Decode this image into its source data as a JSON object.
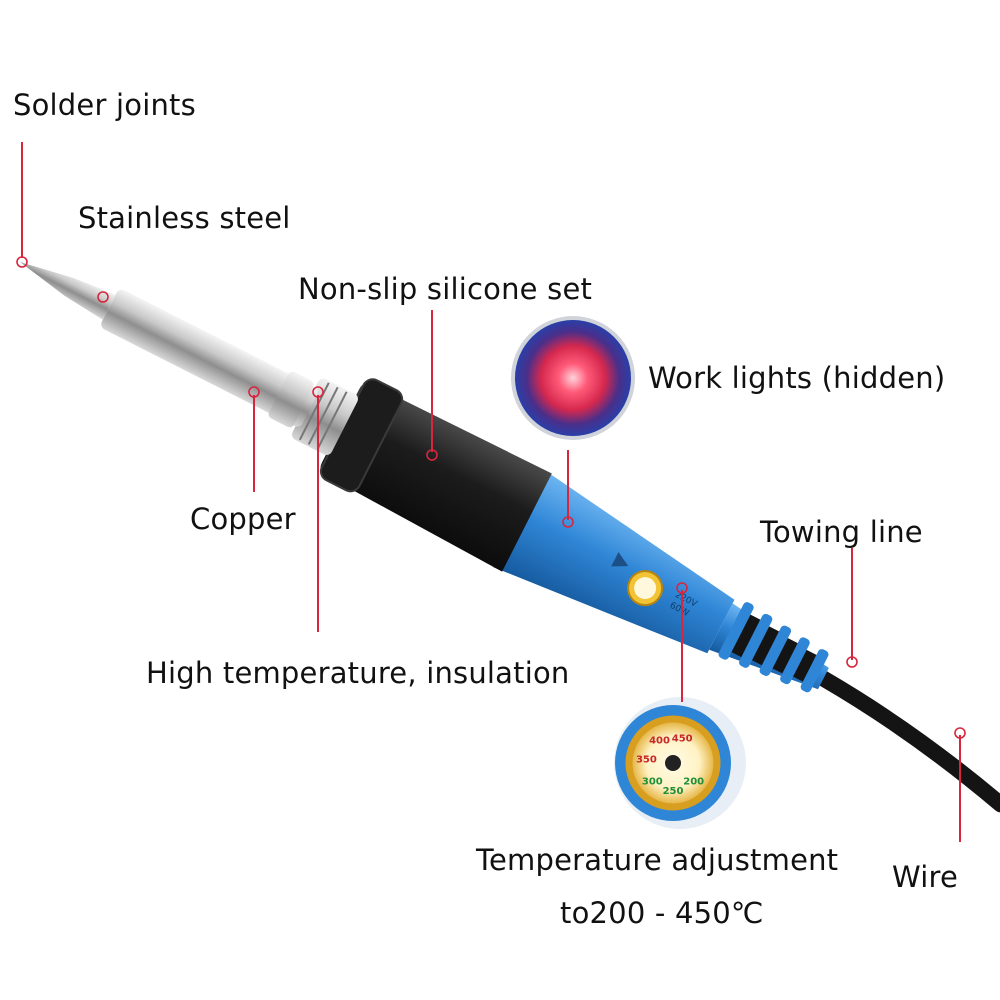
{
  "labels": {
    "solder_joints": "Solder joints",
    "stainless_steel": "Stainless steel",
    "non_slip": "Non-slip silicone set",
    "work_lights": "Work lights (hidden)",
    "copper": "Copper",
    "towing_line": "Towing line",
    "high_temp": "High temperature, insulation",
    "temp_adjust_line1": "Temperature adjustment",
    "temp_adjust_line2": "to200 - 450℃",
    "wire": "Wire"
  },
  "dial": {
    "values": [
      "200",
      "250",
      "300",
      "350",
      "400",
      "450"
    ]
  },
  "handle_print": {
    "voltage": "220V",
    "power": "60W"
  },
  "colors": {
    "callout_line": "#d7263d",
    "handle_blue": "#2f86d6",
    "grip_black": "#1c1c1c",
    "work_light_red": "#ff3b5c",
    "dial_gold": "#e9b733"
  }
}
